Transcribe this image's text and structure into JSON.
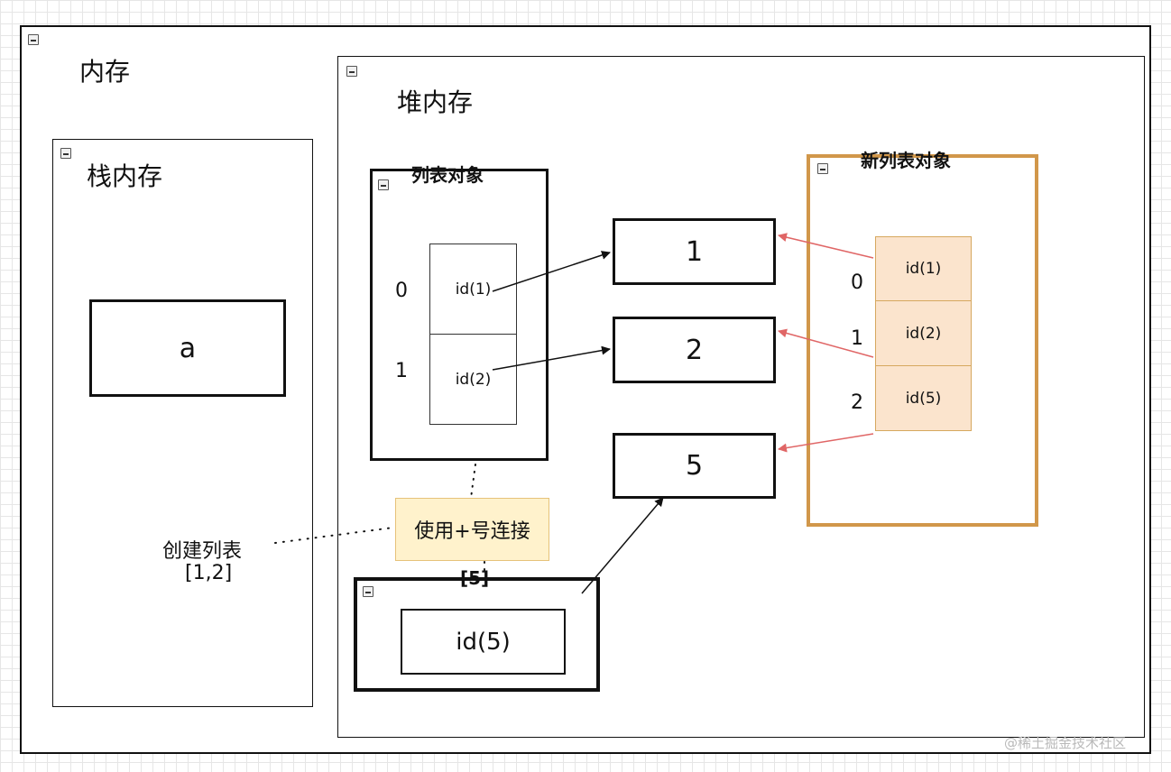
{
  "memory": {
    "title": "内存"
  },
  "stack": {
    "title": "栈内存",
    "variable": "a"
  },
  "heap": {
    "title": "堆内存"
  },
  "list_object": {
    "title": "列表对象",
    "indices": [
      "0",
      "1"
    ],
    "cells": [
      "id(1)",
      "id(2)"
    ]
  },
  "values": [
    "1",
    "2",
    "5"
  ],
  "new_list_object": {
    "title": "新列表对象",
    "indices": [
      "0",
      "1",
      "2"
    ],
    "cells": [
      "id(1)",
      "id(2)",
      "id(5)"
    ]
  },
  "concat_note": "使用+号连接",
  "create_list_note": {
    "line1": "创建列表",
    "line2": "[1,2]"
  },
  "small_list": {
    "title": "[5]",
    "cell": "id(5)"
  },
  "watermark": "@稀土掘金技术社区",
  "colors": {
    "accent_orange": "#d1974a",
    "cell_fill": "#fbe4cd",
    "note_fill": "#fff2cc",
    "red_arrow": "#e06666"
  }
}
